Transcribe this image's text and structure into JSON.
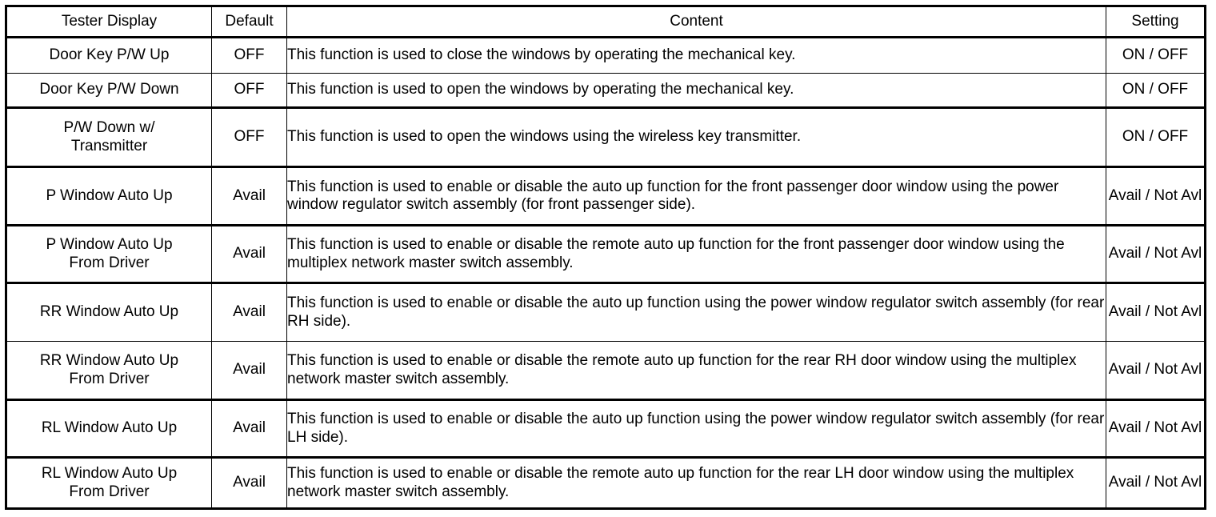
{
  "table": {
    "headers": {
      "tester_display": "Tester Display",
      "default": "Default",
      "content": "Content",
      "setting": "Setting"
    },
    "rows": [
      {
        "tester_display": "Door Key P/W Up",
        "default": "OFF",
        "content": "This function is used to close the windows by operating the mechanical key.",
        "setting": "ON / OFF"
      },
      {
        "tester_display": "Door Key P/W Down",
        "default": "OFF",
        "content": "This function is used to open the windows by operating the mechanical key.",
        "setting": "ON / OFF"
      },
      {
        "tester_display": "P/W Down w/ Transmitter",
        "tester_display_line1": "P/W Down w/",
        "tester_display_line2": "Transmitter",
        "default": "OFF",
        "content": "This function is used to open the windows using the wireless key transmitter.",
        "setting": "ON / OFF"
      },
      {
        "tester_display": "P Window Auto Up",
        "default": "Avail",
        "content": "This function is used to enable or disable the auto up function for the front passenger door window using the power window regulator switch assembly (for front passenger side).",
        "setting": "Avail / Not Avl"
      },
      {
        "tester_display": "P Window Auto Up From Driver",
        "tester_display_line1": "P Window Auto Up",
        "tester_display_line2": "From Driver",
        "default": "Avail",
        "content": "This function is used to enable or disable the remote auto up function for the front passenger door window using the multiplex network master switch assembly.",
        "setting": "Avail / Not Avl"
      },
      {
        "tester_display": "RR Window Auto Up",
        "default": "Avail",
        "content": "This function is used to enable or disable the auto up function using the power window regulator switch assembly (for rear RH side).",
        "setting": "Avail / Not Avl"
      },
      {
        "tester_display": "RR Window Auto Up From Driver",
        "tester_display_line1": "RR Window Auto Up",
        "tester_display_line2": "From Driver",
        "default": "Avail",
        "content": "This function is used to enable or disable the remote auto up function for the rear RH door window using the multiplex network master switch assembly.",
        "setting": "Avail / Not Avl"
      },
      {
        "tester_display": "RL Window Auto Up",
        "default": "Avail",
        "content": "This function is used to enable or disable the auto up function using the power window regulator switch assembly (for rear LH side).",
        "setting": "Avail / Not Avl"
      },
      {
        "tester_display": "RL Window Auto Up From Driver",
        "tester_display_line1": "RL Window Auto Up",
        "tester_display_line2": "From Driver",
        "default": "Avail",
        "content": "This function is used to enable or disable the remote auto up function for the rear LH door window using the multiplex network master switch assembly.",
        "setting": "Avail / Not Avl"
      }
    ]
  }
}
